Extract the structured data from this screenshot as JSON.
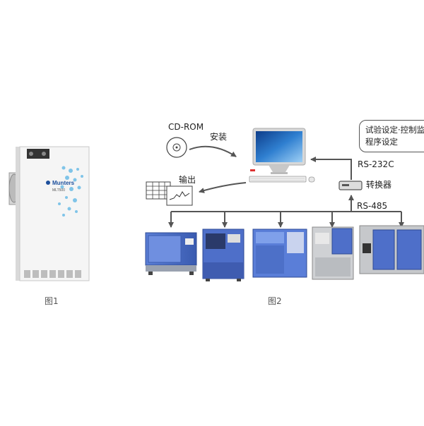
{
  "figure1": {
    "brand": "Munters",
    "model": "MLT500",
    "caption": "图1"
  },
  "figure2": {
    "caption": "图2",
    "cdrom_label": "CD-ROM",
    "install_label": "安装",
    "output_label": "输出",
    "bubble_line1": "试验设定·控制监",
    "bubble_line2": "程序设定",
    "rs232_label": "RS-232C",
    "converter_label": "转换器",
    "rs485_label": "RS-485"
  },
  "colors": {
    "arrow": "#555555",
    "chamber_blue": "#4a6fc8",
    "chamber_gray": "#c7c9cc",
    "brand_blue": "#1d4f9c",
    "screen_blue": "#2f7fd0"
  }
}
